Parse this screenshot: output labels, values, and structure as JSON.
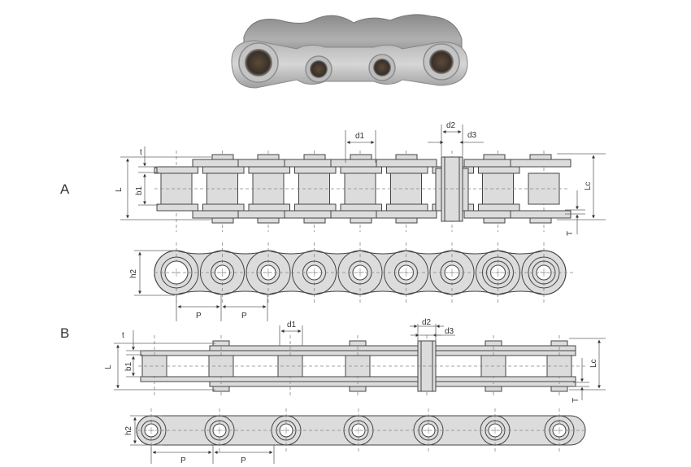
{
  "photo": {
    "subject": "hollow-pin roller chain segment (stainless)",
    "plate_colors": {
      "light": "#c9c9c9",
      "mid": "#9a9a9a",
      "dark": "#6c6c6c",
      "bore": "#4a3f35"
    }
  },
  "colors": {
    "part_fill": "#dcdcdc",
    "outline": "#444444",
    "dim_line": "#666666",
    "center_line": "#888888",
    "text": "#333333"
  },
  "section_a": {
    "label": "A",
    "top_view": {
      "dims": {
        "t": "t",
        "L": "L",
        "b1": "b1",
        "d1": "d1",
        "d2": "d2",
        "d3": "d3",
        "Lc": "Lc",
        "T": "T"
      }
    },
    "side_view": {
      "dims": {
        "h2": "h2",
        "p1": "P",
        "p2": "P"
      }
    }
  },
  "section_b": {
    "label": "B",
    "top_view": {
      "dims": {
        "t": "t",
        "L": "L",
        "b1": "b1",
        "d1": "d1",
        "d2": "d2",
        "d3": "d3",
        "Lc": "Lc",
        "T": "T"
      }
    },
    "side_view": {
      "dims": {
        "h2": "h2",
        "p1": "P",
        "p2": "P"
      }
    }
  }
}
